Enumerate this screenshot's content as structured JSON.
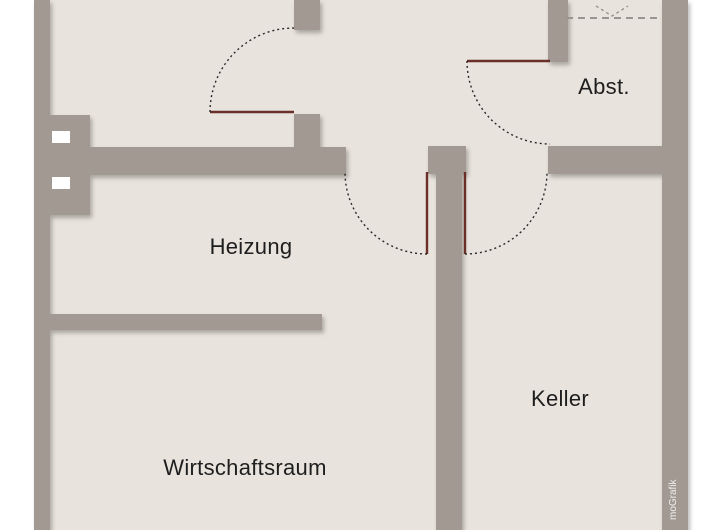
{
  "plan": {
    "rooms": [
      {
        "id": "heizung",
        "label": "Heizung"
      },
      {
        "id": "wirtschaftsraum",
        "label": "Wirtschaftsraum"
      },
      {
        "id": "keller",
        "label": "Keller"
      },
      {
        "id": "abstellraum",
        "label": "Abst."
      }
    ],
    "credit": "moGrafik",
    "colors": {
      "floor": "#e8e3dc",
      "wall": "#a29a92",
      "door_leaf": "#6b2f2a",
      "swing": "#2a2a2a",
      "dashed": "#9a9590"
    }
  }
}
